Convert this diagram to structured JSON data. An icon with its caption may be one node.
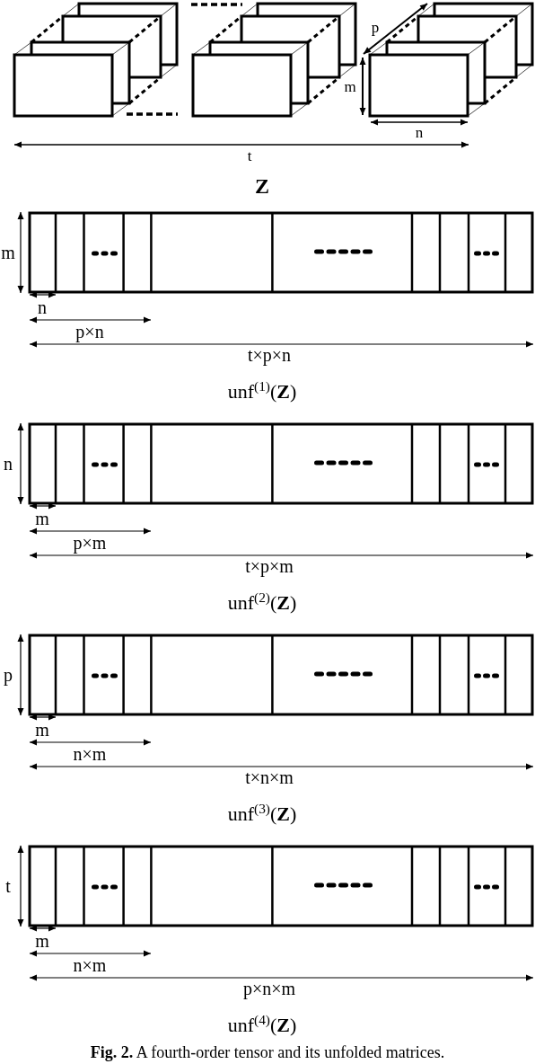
{
  "diagram": {
    "caption": "**Fig. 2.** A fourth-order tensor and its unfolded matrices.",
    "labels": [
      "p",
      "m",
      "n",
      "t",
      "Z",
      "m",
      "n",
      "p×n",
      "t×p×n",
      "unf$^{(1)}$(**Z**)",
      "n",
      "m",
      "p×m",
      "t×p×m",
      "unf$^{(2)}$(**Z**)",
      "p",
      "m",
      "n×m",
      "t×n×m",
      "unf$^{(3)}$(**Z**)",
      "t",
      "m",
      "n×m",
      "p×n×m",
      "unf$^{(4)}$(**Z**)"
    ]
  }
}
